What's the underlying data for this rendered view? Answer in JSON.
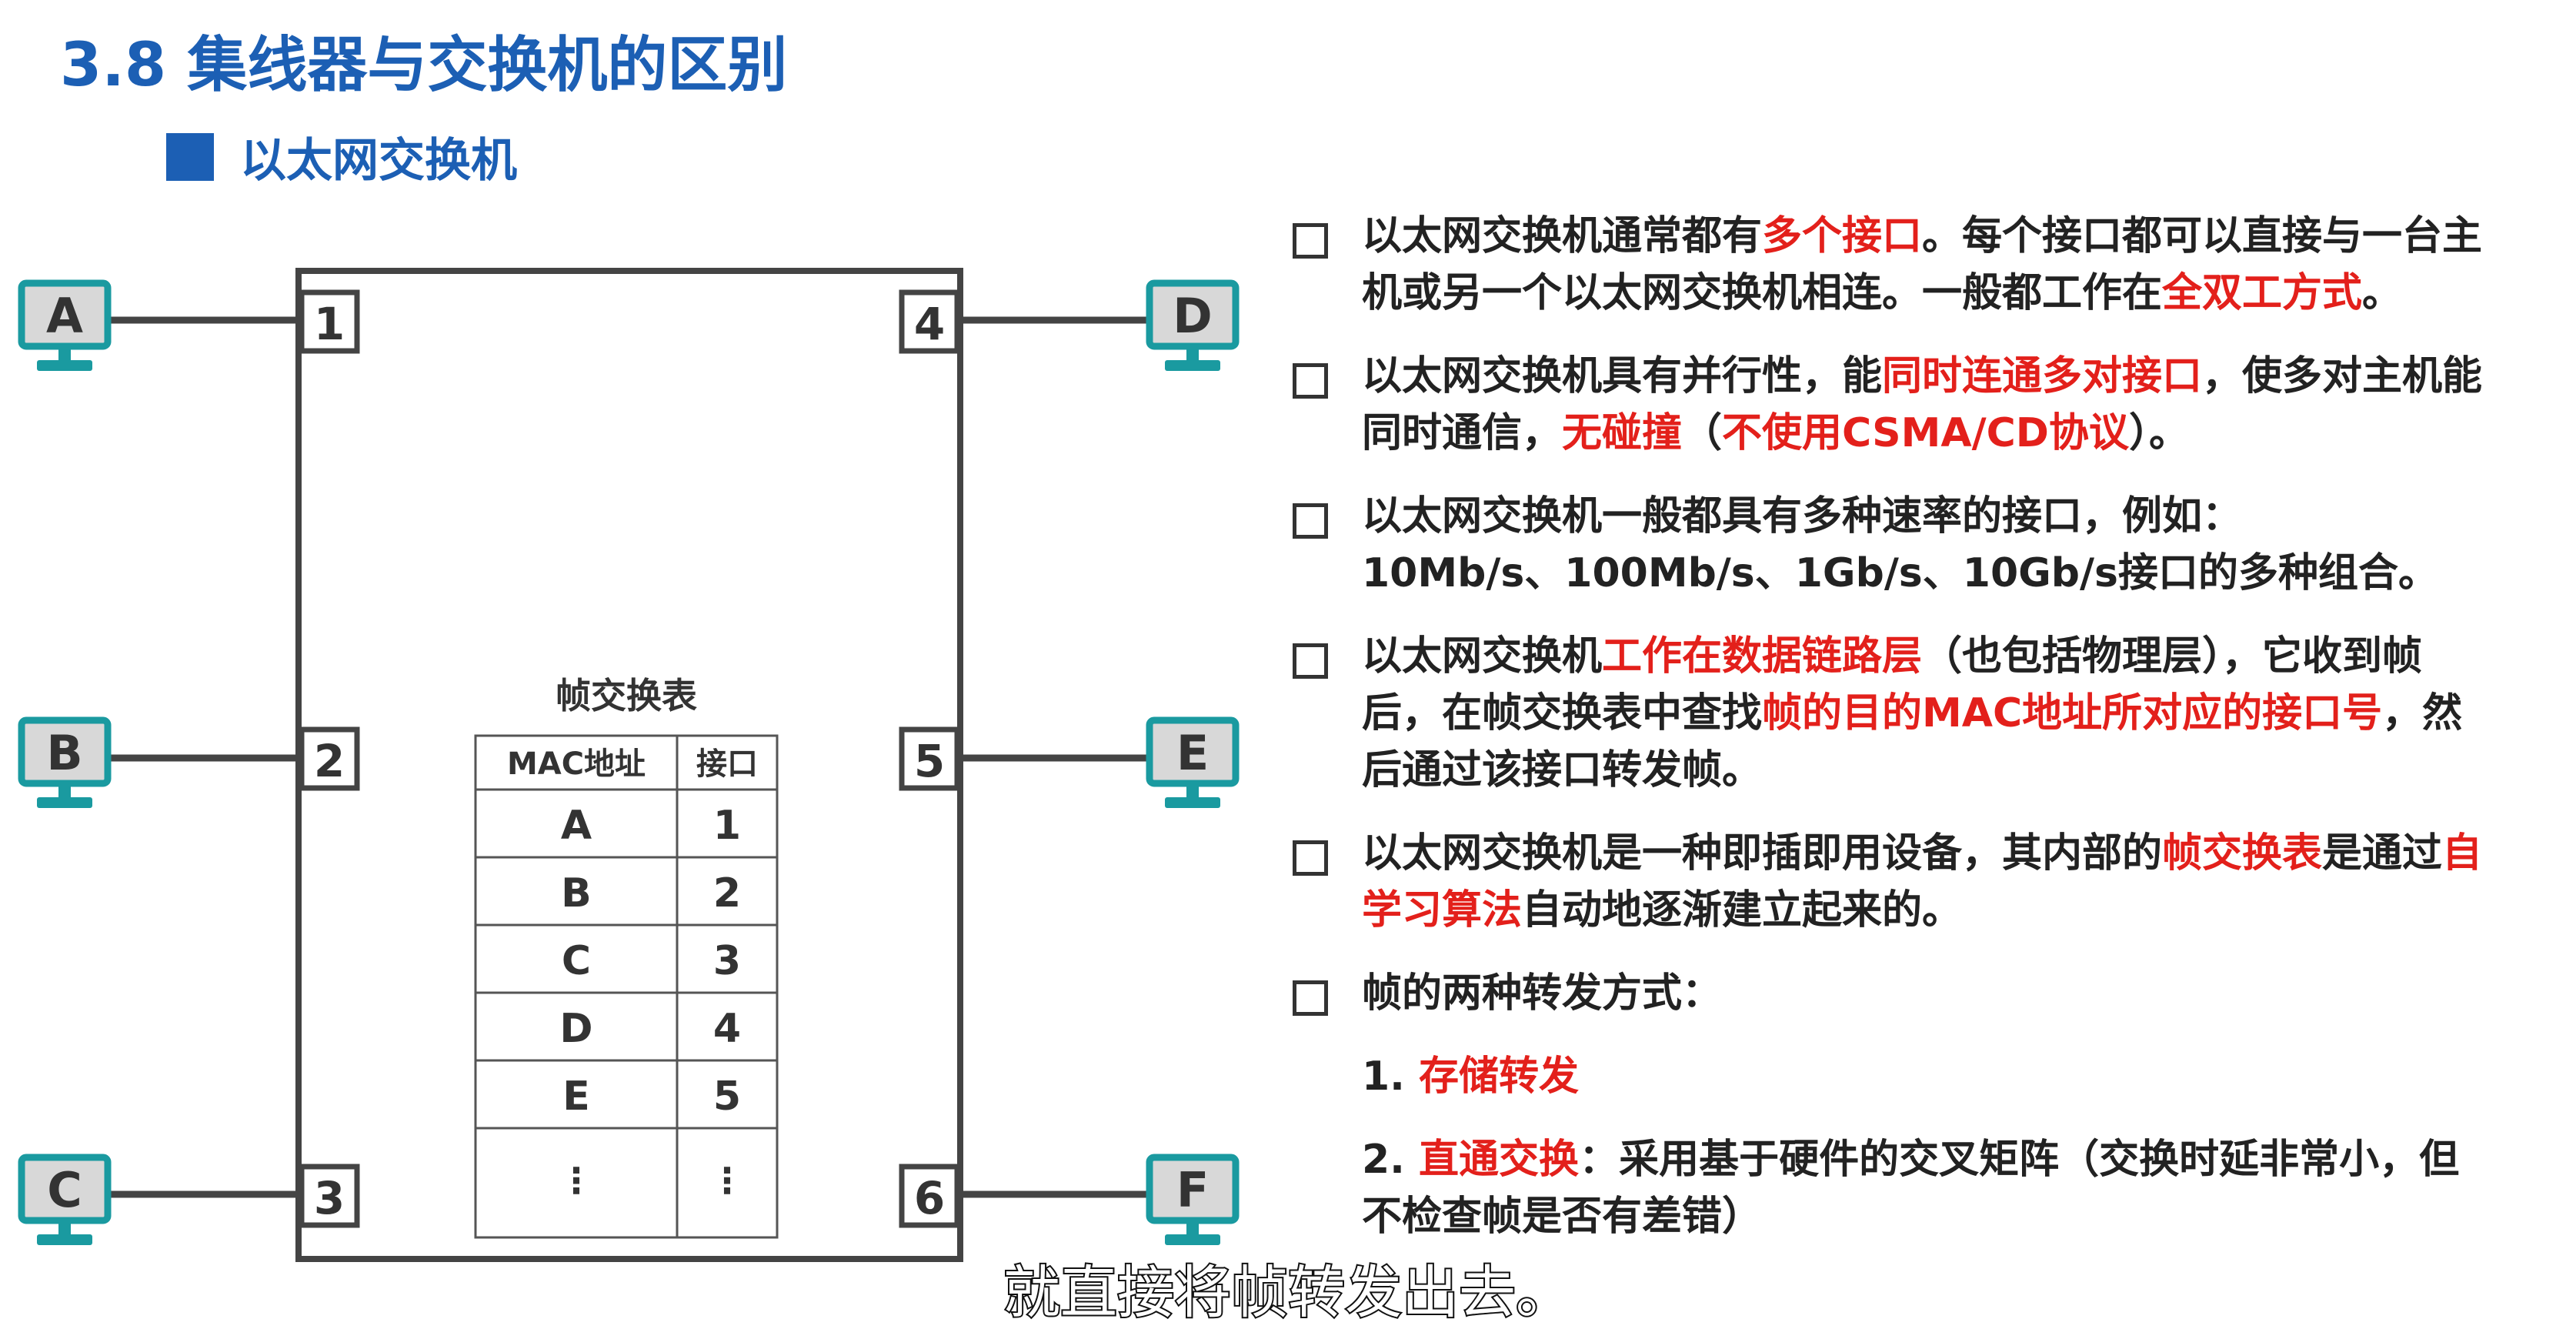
{
  "title": "3.8 集线器与交换机的区别",
  "subtitle": "以太网交换机",
  "diagram": {
    "hosts": [
      "A",
      "B",
      "C",
      "D",
      "E",
      "F"
    ],
    "ports": [
      "1",
      "2",
      "3",
      "4",
      "5",
      "6"
    ],
    "table": {
      "title": "帧交换表",
      "headers": [
        "MAC地址",
        "接口"
      ],
      "rows": [
        [
          "A",
          "1"
        ],
        [
          "B",
          "2"
        ],
        [
          "C",
          "3"
        ],
        [
          "D",
          "4"
        ],
        [
          "E",
          "5"
        ],
        [
          "⋮",
          "⋮"
        ]
      ]
    },
    "colors": {
      "monitor": "#1a9aa0",
      "monitor_screen": "#d8d8d8",
      "line": "#444444"
    }
  },
  "bullets": [
    {
      "line1": [
        {
          "t": "以太网交换机通常都有"
        },
        {
          "t": "多个接口",
          "r": true
        },
        {
          "t": "。每个接口都可以直接与一台主"
        }
      ],
      "line2": [
        {
          "t": "机或另一个以太网交换机相连。一般都工作在"
        },
        {
          "t": "全双工方式",
          "r": true
        },
        {
          "t": "。"
        }
      ]
    },
    {
      "line1": [
        {
          "t": "以太网交换机具有并行性，能"
        },
        {
          "t": "同时连通多对接口",
          "r": true
        },
        {
          "t": "，使多对主机能"
        }
      ],
      "line2": [
        {
          "t": "同时通信，"
        },
        {
          "t": "无碰撞",
          "r": true
        },
        {
          "t": "（"
        },
        {
          "t": "不使用CSMA/CD协议",
          "r": true
        },
        {
          "t": "）。"
        }
      ]
    },
    {
      "line1": [
        {
          "t": "以太网交换机一般都具有多种速率的接口，例如："
        }
      ],
      "line2": [
        {
          "t": "10Mb/s、100Mb/s、1Gb/s、10Gb/s接口的多种组合。"
        }
      ]
    },
    {
      "line1": [
        {
          "t": "以太网交换机"
        },
        {
          "t": "工作在数据链路层",
          "r": true
        },
        {
          "t": "（也包括物理层），它收到帧"
        }
      ],
      "line2": [
        {
          "t": "后，在帧交换表中查找"
        },
        {
          "t": "帧的目的MAC地址所对应的接口号",
          "r": true
        },
        {
          "t": "，然"
        }
      ],
      "line3": [
        {
          "t": "后通过该接口转发帧。"
        }
      ]
    },
    {
      "line1": [
        {
          "t": "以太网交换机是一种即插即用设备，其内部的"
        },
        {
          "t": "帧交换表",
          "r": true
        },
        {
          "t": "是通过"
        },
        {
          "t": "自",
          "r": true
        }
      ],
      "line2": [
        {
          "t": "学习算法",
          "r": true
        },
        {
          "t": "自动地逐渐建立起来的。"
        }
      ]
    },
    {
      "line1": [
        {
          "t": "帧的两种转发方式："
        }
      ]
    }
  ],
  "forwarding": [
    {
      "line1": [
        {
          "t": "1. "
        },
        {
          "t": "存储转发",
          "r": true
        }
      ]
    },
    {
      "line1": [
        {
          "t": "2. "
        },
        {
          "t": "直通交换",
          "r": true
        },
        {
          "t": "：采用基于硬件的交叉矩阵（交换时延非常小，但"
        }
      ],
      "line2": [
        {
          "t": "不检查帧是否有差错）"
        }
      ]
    }
  ],
  "caption": "就直接将帧转发出去。"
}
